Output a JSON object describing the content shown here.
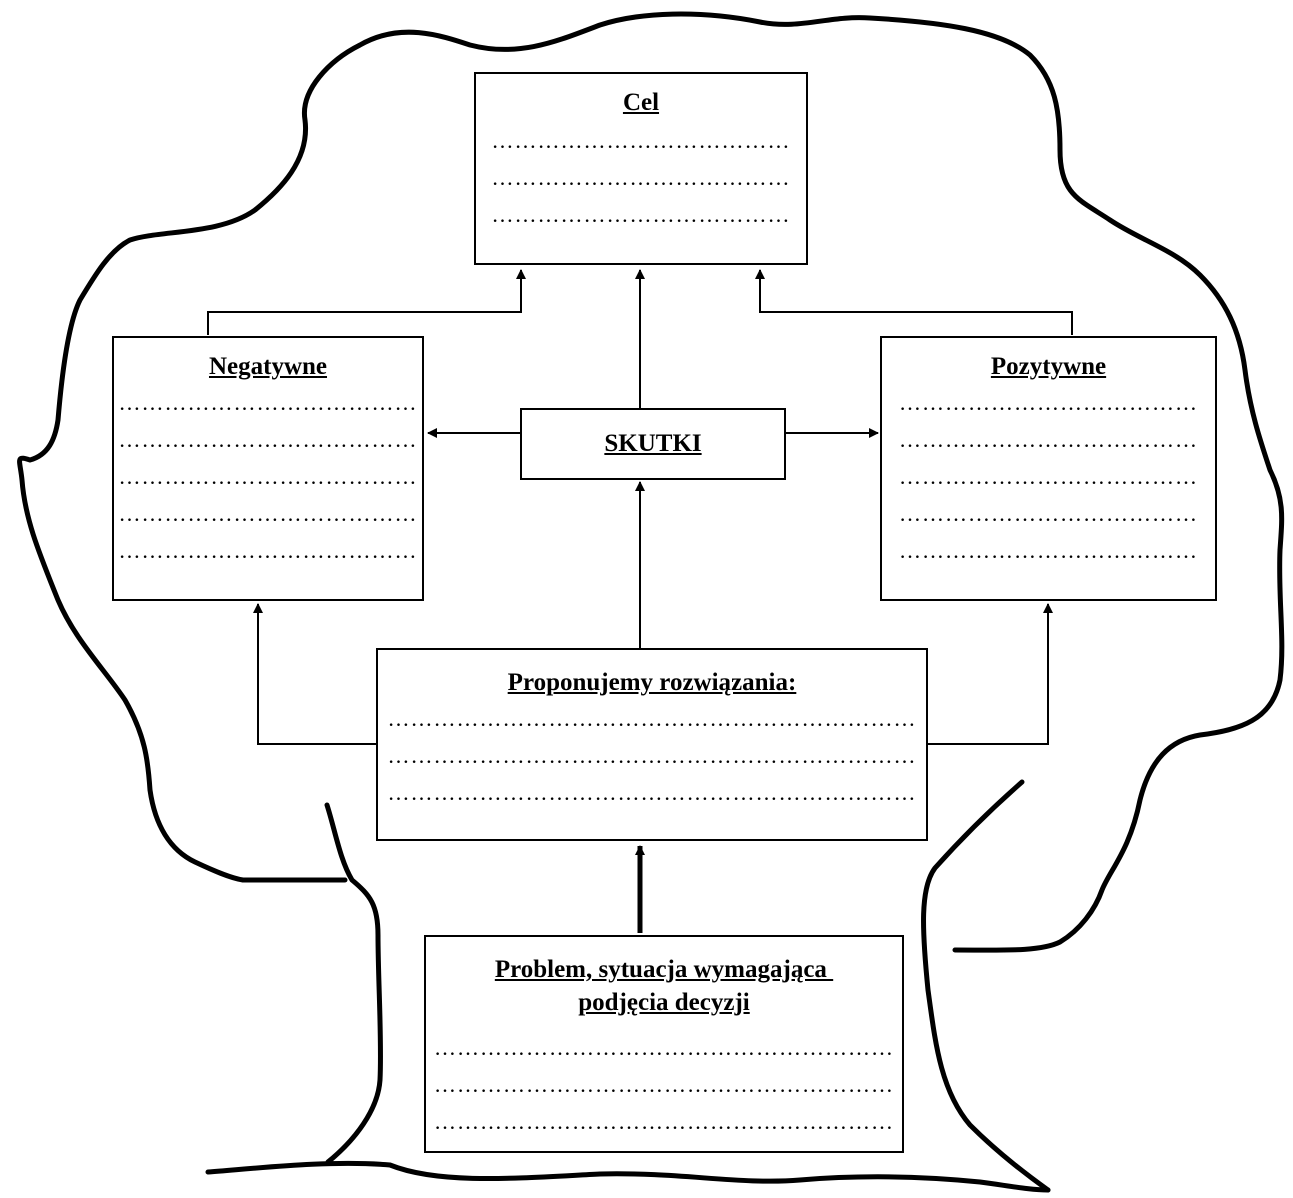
{
  "cel": {
    "title": "Cel",
    "lines": [
      "…………………………………",
      "…………………………………",
      "…………………………………"
    ]
  },
  "negatywne": {
    "title": "Negatywne",
    "lines": [
      "…………………………………",
      "…………………………………",
      "…………………………………",
      "…………………………………",
      "…………………………………"
    ]
  },
  "pozytywne": {
    "title": "Pozytywne",
    "lines": [
      "…………………………………",
      "…………………………………",
      "…………………………………",
      "…………………………………",
      "…………………………………"
    ]
  },
  "skutki": {
    "title": "SKUTKI"
  },
  "rozwiazania": {
    "title": "Proponujemy rozwiązania:",
    "lines": [
      "……………………………………………………………",
      "……………………………………………………………",
      "……………………………………………………………"
    ]
  },
  "problem": {
    "title_line1": "Problem, sytuacja wymagająca ",
    "title_line2": "podjęcia decyzji",
    "lines": [
      "……………………………………………………",
      "……………………………………………………",
      "……………………………………………………"
    ]
  }
}
